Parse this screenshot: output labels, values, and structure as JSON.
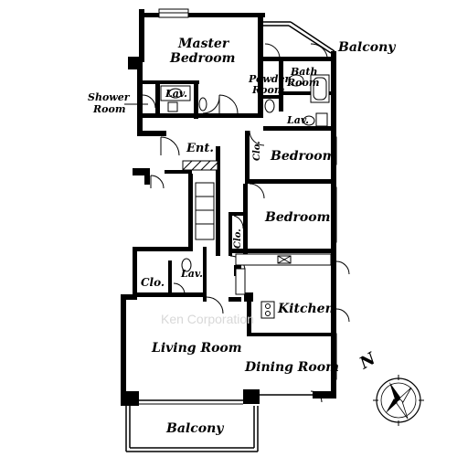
{
  "rooms": {
    "master_bedroom_line1": "Master",
    "master_bedroom_line2": "Bedroom",
    "balcony_top": "Balcony",
    "powder_room_line1": "Powder",
    "powder_room_line2": "Room",
    "bath_room_line1": "Bath",
    "bath_room_line2": "Room",
    "lav_master": "Lav.",
    "shower_room_line1": "Shower",
    "shower_room_line2": "Room",
    "lav_bath": "Lav.",
    "entrance": "Ent.",
    "bedroom_1": "Bedroom",
    "closet_1": "Clo.",
    "bedroom_2": "Bedroom",
    "closet_2": "Clo.",
    "closet_3": "Clo.",
    "lav_living": "Lav.",
    "kitchen": "Kitchen",
    "living_room": "Living Room",
    "dining_room": "Dining Room",
    "balcony_bottom": "Balcony"
  },
  "watermark": "Ken Corporation",
  "compass": {
    "north_label": "N",
    "icon": "compass-rose-icon"
  },
  "colors": {
    "wall": "#000000",
    "background": "#ffffff",
    "watermark": "#d8d8d8"
  }
}
